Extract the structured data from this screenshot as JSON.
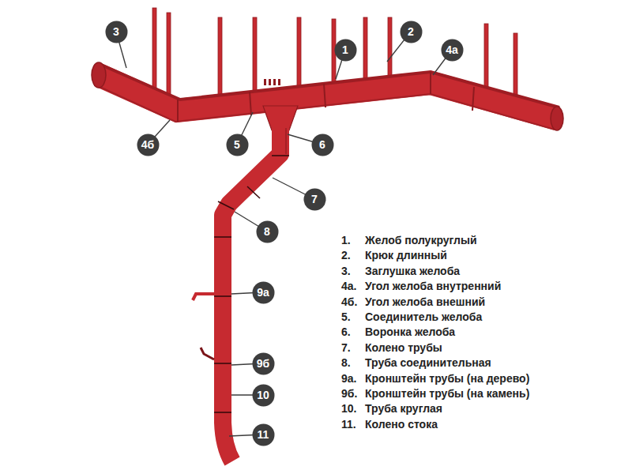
{
  "diagram": {
    "nodes": [
      {
        "text": [
          "3"
        ]
      },
      {
        "text": [
          "2"
        ]
      },
      {
        "text": [
          "1"
        ]
      },
      {
        "text": [
          "4а"
        ]
      },
      {
        "text": [
          "4б"
        ]
      },
      {
        "text": [
          "5"
        ]
      },
      {
        "text": [
          "6"
        ]
      },
      {
        "text": [
          "7"
        ]
      },
      {
        "text": [
          "8"
        ]
      },
      {
        "text": [
          "9а"
        ]
      },
      {
        "text": [
          "9б"
        ]
      },
      {
        "text": [
          "10"
        ]
      },
      {
        "text": [
          "11"
        ]
      }
    ],
    "labels": [
      "1.",
      "Желоб полукруглый",
      "2.",
      "Крюк длинный",
      "3.",
      "Заглушка желоба",
      "4а.",
      "Угол желоба внутренний",
      "4б.",
      "Угол желоба внешний",
      "5.",
      "Соединитель желоба",
      "6.",
      "Воронка желоба",
      "7.",
      "Колено трубы",
      "8.",
      "Труба соединительная",
      "9а.",
      "Кронштейн трубы (на дерево)",
      "9б.",
      "Кронштейн трубы (на камень)",
      "10.",
      "Труба круглая",
      "11.",
      "Колено стока"
    ]
  }
}
